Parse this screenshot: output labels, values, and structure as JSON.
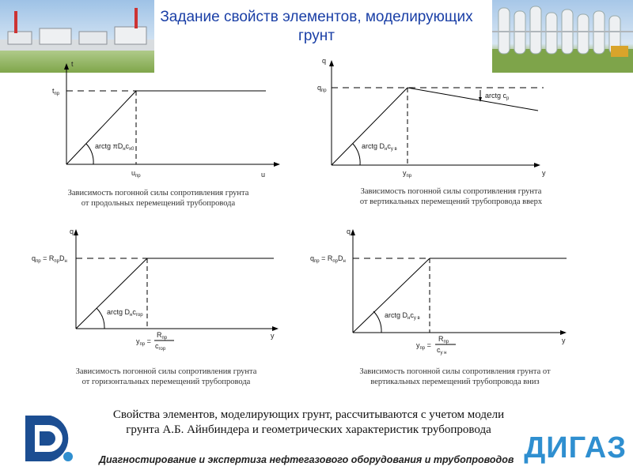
{
  "title": "Задание свойств элементов, моделирующих грунт",
  "graphs": [
    {
      "y_axis": "t",
      "y_level": "t",
      "y_level_sub": "пр",
      "x_axis": "u",
      "x_peak": "u",
      "x_peak_sub": "пр",
      "angle_label": "arctg πD",
      "angle_label_tail": "c",
      "angle_label_tail_sub": "x0",
      "caption": [
        "Зависимость погонной силы сопротивления грунта",
        "от продольных перемещений трубопровода"
      ]
    },
    {
      "y_axis": "q",
      "y_level": "q",
      "y_level_sub": "пр",
      "x_axis": "y",
      "x_peak": "y",
      "x_peak_sub": "пр",
      "angle_label": "arctg D",
      "angle_label_tail": "c",
      "angle_label_tail_sub": "y в",
      "slope_label": "arctg c",
      "slope_label_sub": "р",
      "caption": [
        "Зависимость погонной силы сопротивления грунта",
        "от вертикальных перемещений трубопровода вверх"
      ]
    },
    {
      "y_axis": "q",
      "y_level": "q",
      "y_level_sub": "пр",
      "y_level_tail": " = R",
      "y_level_tail_sub": "пр",
      "y_level_end": "D",
      "x_axis": "y",
      "x_peak": "y",
      "x_peak_sub": "пр",
      "x_peak_num": "R",
      "x_peak_num_sub": "пр",
      "x_peak_den": "c",
      "x_peak_den_sub": "гор",
      "angle_label": "arctg D",
      "angle_label_tail": "c",
      "angle_label_tail_sub": "гор",
      "caption": [
        "Зависимость погонной силы сопротивления грунта",
        "от горизонтальных перемещений трубопровода"
      ]
    },
    {
      "y_axis": "q",
      "y_level": "q",
      "y_level_sub": "пр",
      "y_level_tail": " = R",
      "y_level_tail_sub": "пр",
      "y_level_end": "D",
      "x_axis": "y",
      "x_peak": "y",
      "x_peak_sub": "пр",
      "x_peak_num": "R",
      "x_peak_num_sub": "пр",
      "x_peak_den": "c",
      "x_peak_den_sub": "y н",
      "angle_label": "arctg D",
      "angle_label_tail": "c",
      "angle_label_tail_sub": "y в",
      "caption": [
        "Зависимость погонной силы сопротивления грунта от",
        "вертикальных перемещений трубопровода вниз"
      ]
    }
  ],
  "note": [
    "Свойства элементов, моделирующих грунт, рассчитываются с учетом модели",
    "грунта А.Б. Айнбиндера и геометрических характеристик трубопровода"
  ],
  "footer": {
    "tagline": "Диагностирование и экспертиза нефтегазового оборудования и трубопроводов",
    "brand": "ДИГАЗ"
  },
  "colors": {
    "title": "#1a3fa6",
    "brand": "#2f8fd0",
    "logo": "#1c4e92"
  }
}
